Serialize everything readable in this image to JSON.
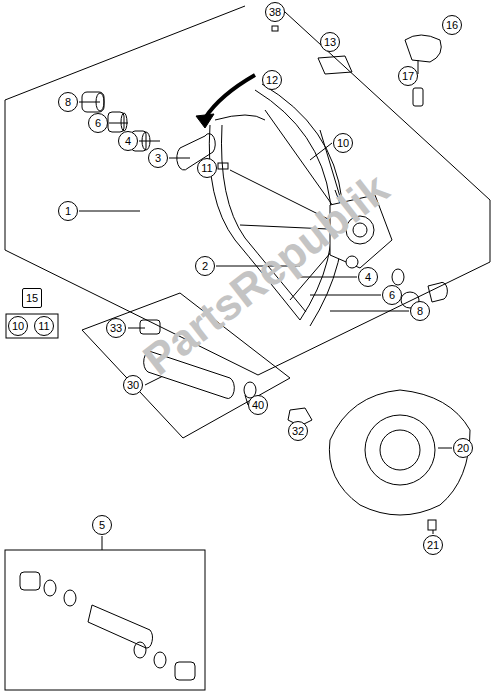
{
  "diagram": {
    "labels": [
      "38",
      "16",
      "13",
      "17",
      "12",
      "8",
      "6",
      "4",
      "3",
      "10",
      "11",
      "1",
      "2",
      "4",
      "15",
      "10",
      "11",
      "6",
      "8",
      "33",
      "30",
      "40",
      "32",
      "20",
      "21",
      "5",
      "PartsRepublik"
    ]
  }
}
